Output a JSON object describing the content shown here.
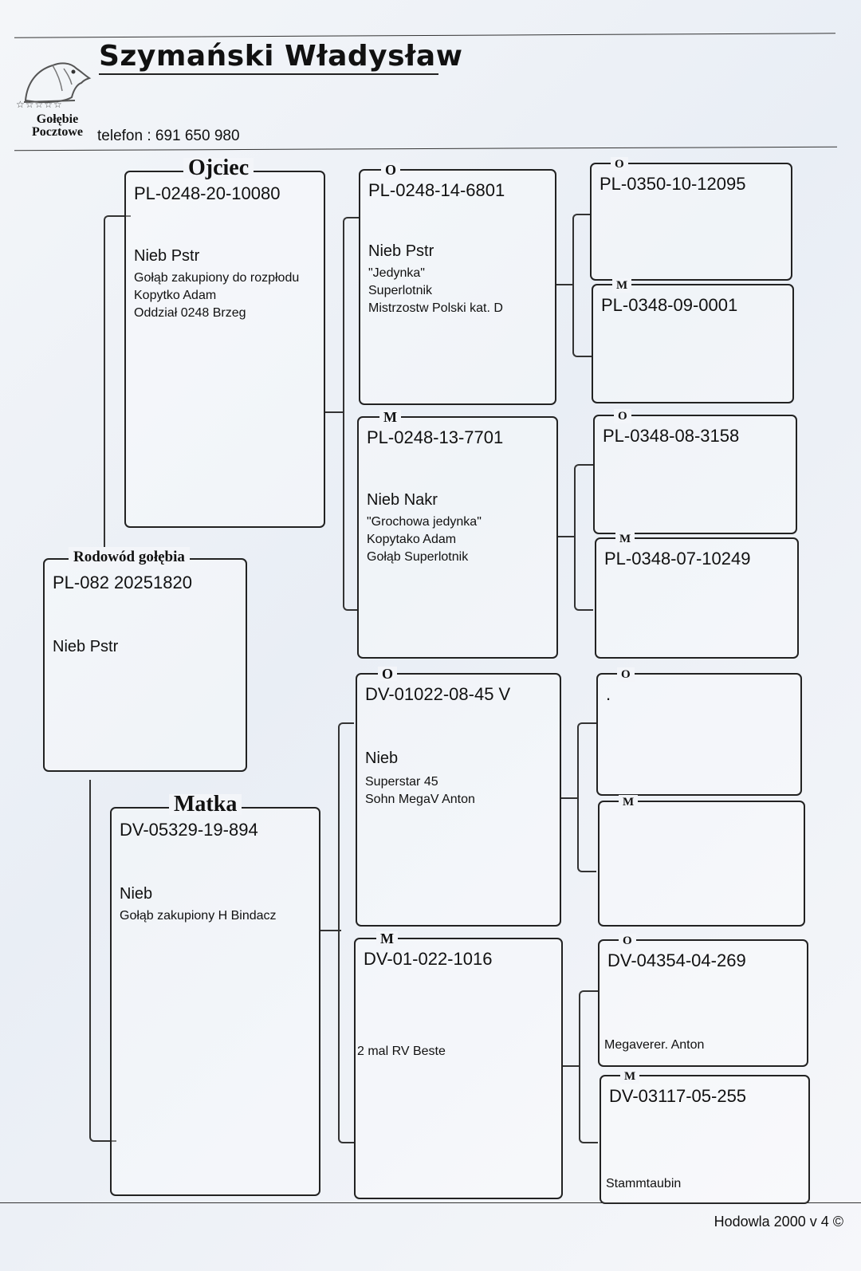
{
  "header": {
    "breeder_name": "Szymański Władysław",
    "logo_line1": "Gołębie",
    "logo_line2": "Pocztowe",
    "phone": "telefon : 691 650 980"
  },
  "subject": {
    "title": "Rodowód gołębia",
    "ring": "PL-082 20251820",
    "color": "Nieb Pstr"
  },
  "father": {
    "title": "Ojciec",
    "ring": "PL-0248-20-10080",
    "color": "Nieb Pstr",
    "notes": [
      "Gołąb zakupiony do rozpłodu",
      "Kopytko Adam",
      "Oddział 0248 Brzeg"
    ]
  },
  "mother": {
    "title": "Matka",
    "ring": "DV-05329-19-894",
    "color": "Nieb",
    "notes": [
      "Gołąb zakupiony H Bindacz"
    ]
  },
  "gen2": {
    "ff": {
      "tag": "O",
      "ring": "PL-0248-14-6801",
      "color": "Nieb Pstr",
      "notes": [
        "\"Jedynka\"",
        "Superlotnik",
        "Mistrzostw Polski kat. D"
      ]
    },
    "fm": {
      "tag": "M",
      "ring": "PL-0248-13-7701",
      "color": "Nieb Nakr",
      "notes": [
        "\"Grochowa jedynka\"",
        "Kopytako Adam",
        "Gołąb Superlotnik"
      ]
    },
    "mf": {
      "tag": "O",
      "ring": "DV-01022-08-45 V",
      "color": "Nieb",
      "notes": [
        "Superstar 45",
        "Sohn MegaV Anton"
      ]
    },
    "mm": {
      "tag": "M",
      "ring": "DV-01-022-1016",
      "color": "",
      "notes": [
        "2 mal RV Beste"
      ]
    }
  },
  "gen3": {
    "fff": {
      "tag": "O",
      "ring": "PL-0350-10-12095",
      "note": ""
    },
    "ffm": {
      "tag": "M",
      "ring": "PL-0348-09-0001",
      "note": ""
    },
    "fmf": {
      "tag": "O",
      "ring": "PL-0348-08-3158",
      "note": ""
    },
    "fmm": {
      "tag": "M",
      "ring": "PL-0348-07-10249",
      "note": ""
    },
    "mff": {
      "tag": "O",
      "ring": ".",
      "note": ""
    },
    "mfm": {
      "tag": "M",
      "ring": "",
      "note": ""
    },
    "mmf": {
      "tag": "O",
      "ring": "DV-04354-04-269",
      "note": "Megaverer. Anton"
    },
    "mmm": {
      "tag": "M",
      "ring": "DV-03117-05-255",
      "note": "Stammtaubin"
    }
  },
  "footer": {
    "software": "Hodowla 2000 v 4 ©"
  }
}
